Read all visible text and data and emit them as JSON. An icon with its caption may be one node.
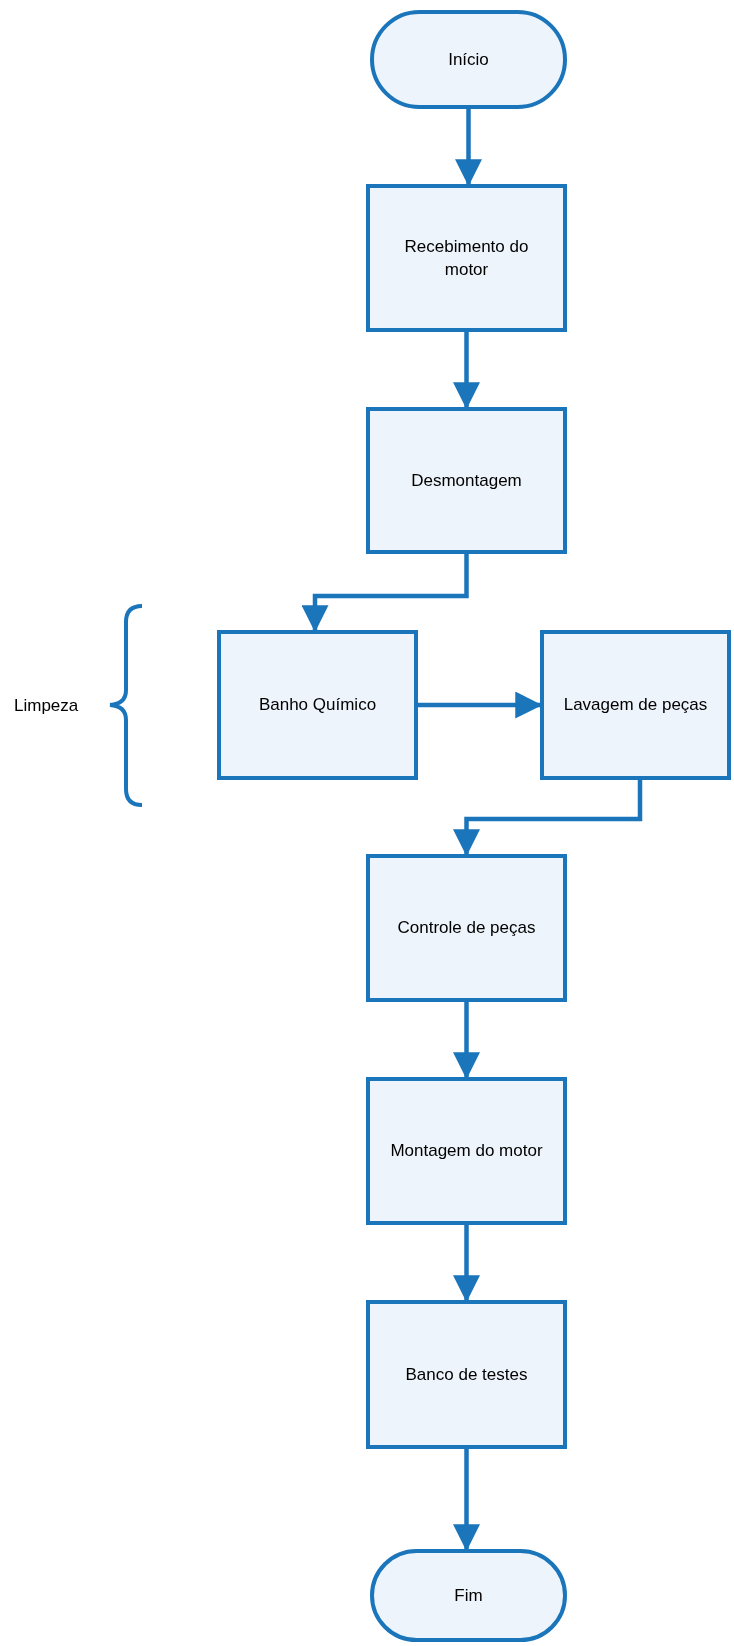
{
  "diagram": {
    "nodes": [
      {
        "text": [
          "Início"
        ]
      },
      {
        "text": [
          "Recebimento do motor"
        ]
      },
      {
        "text": [
          "Desmontagem"
        ]
      },
      {
        "text": [
          "Banho Químico"
        ]
      },
      {
        "text": [
          "Lavagem de peças"
        ]
      },
      {
        "text": [
          "Controle de peças"
        ]
      },
      {
        "text": [
          "Montagem do motor"
        ]
      },
      {
        "text": [
          "Banco de testes"
        ]
      },
      {
        "text": [
          "Fim"
        ]
      }
    ],
    "edges": [
      {
        "from": 0,
        "to": 1,
        "arrow": "to"
      },
      {
        "from": 1,
        "to": 2,
        "arrow": "to"
      },
      {
        "from": 2,
        "to": 3,
        "arrow": "to"
      },
      {
        "from": 3,
        "to": 4,
        "arrow": "to"
      },
      {
        "from": 4,
        "to": 5,
        "arrow": "to"
      },
      {
        "from": 5,
        "to": 6,
        "arrow": "to"
      },
      {
        "from": 6,
        "to": 7,
        "arrow": "to"
      },
      {
        "from": 7,
        "to": 8,
        "arrow": "to"
      }
    ],
    "labels": [
      "Limpeza"
    ]
  }
}
